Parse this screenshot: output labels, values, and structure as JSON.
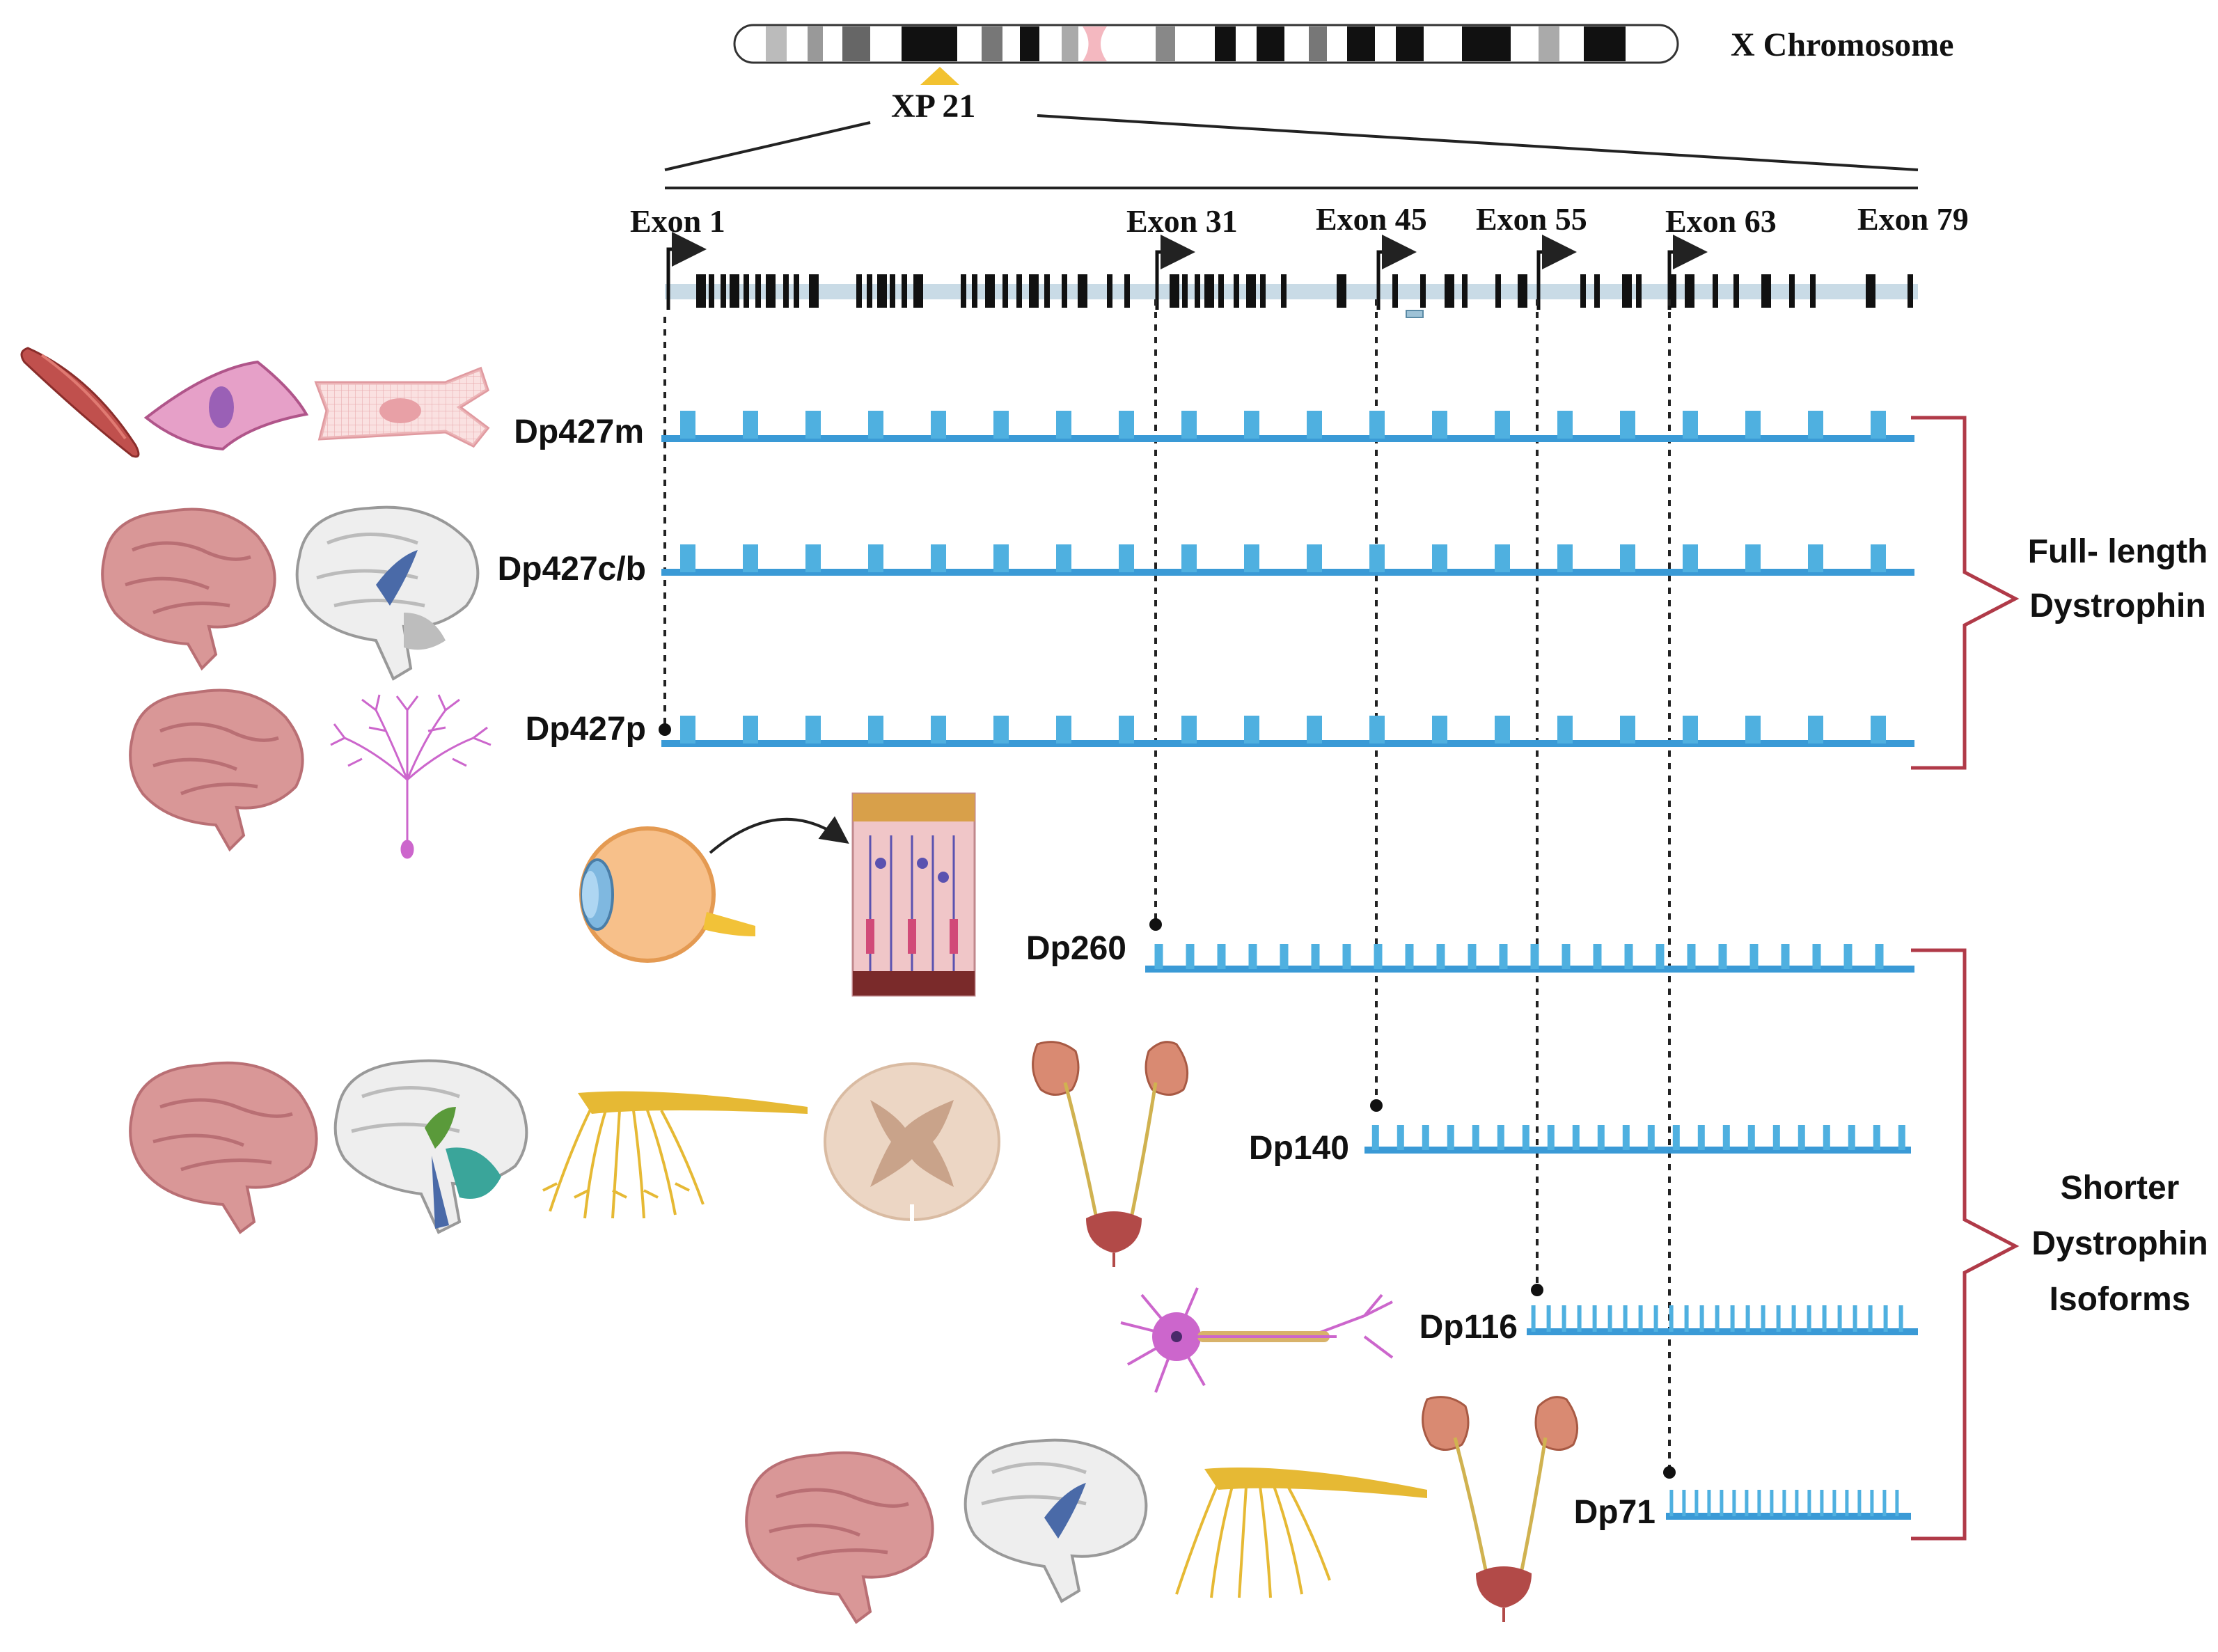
{
  "colors": {
    "isoform_blue": "#3a9ad6",
    "tick_blue": "#4fb0e0",
    "bracket_red": "#b03a48",
    "chromosome_dark": "#111111",
    "centromere_pink": "#f4b8c0",
    "band_marker": "#f2c230",
    "brain_pink": "#d99797",
    "brain_shade": "#b96f74",
    "nerve_yellow": "#e6b934",
    "kidney": "#d98a72",
    "neuron_pink": "#cc66cc"
  },
  "chromosome": {
    "label": "X Chromosome",
    "band_label": "XP 21"
  },
  "exons": [
    {
      "label": "Exon 1"
    },
    {
      "label": "Exon 31"
    },
    {
      "label": "Exon 45"
    },
    {
      "label": "Exon 55"
    },
    {
      "label": "Exon 63"
    },
    {
      "label": "Exon 79"
    }
  ],
  "isoforms": [
    {
      "name": "Dp427m",
      "start_exon": "Exon 1",
      "tissues": [
        "skeletal-muscle",
        "smooth-muscle-cell",
        "cardiomyocyte"
      ]
    },
    {
      "name": "Dp427c/b",
      "start_exon": "Exon 1",
      "tissues": [
        "brain",
        "brain-sagittal"
      ]
    },
    {
      "name": "Dp427p",
      "start_exon": "Exon 1",
      "tissues": [
        "brain",
        "purkinje-neuron"
      ]
    },
    {
      "name": "Dp260",
      "start_exon": "Exon 31",
      "tissues": [
        "eye",
        "retina"
      ]
    },
    {
      "name": "Dp140",
      "start_exon": "Exon 45",
      "tissues": [
        "brain",
        "brain-sagittal",
        "nerve-fibers",
        "spinal-cord",
        "kidney-urinary"
      ]
    },
    {
      "name": "Dp116",
      "start_exon": "Exon 55",
      "tissues": [
        "peripheral-neuron"
      ]
    },
    {
      "name": "Dp71",
      "start_exon": "Exon 63",
      "tissues": [
        "brain",
        "brain-sagittal",
        "nerve-fibers",
        "kidney-urinary"
      ]
    }
  ],
  "groups": {
    "full_length": {
      "line1": "Full- length",
      "line2": "Dystrophin"
    },
    "shorter": {
      "line1": "Shorter",
      "line2": "Dystrophin",
      "line3": "Isoforms"
    }
  }
}
